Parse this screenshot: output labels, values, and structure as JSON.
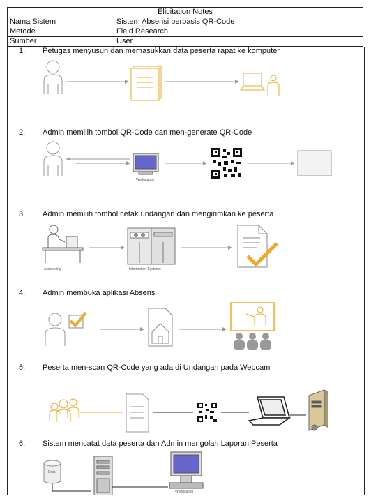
{
  "header": {
    "title": "Elicitation Notes",
    "rows": [
      {
        "key": "Nama Sistem",
        "value": "Sistem Absensi berbasis QR-Code"
      },
      {
        "key": "Metode",
        "value": "Field Research"
      },
      {
        "key": "Sumber",
        "value": "User"
      }
    ]
  },
  "steps": [
    {
      "number": "1.",
      "text": "Petugas menyusun dan memasukkan data peserta rapat ke komputer"
    },
    {
      "number": "2.",
      "text": "Admin memilih tombol QR-Code dan men-generate QR-Code"
    },
    {
      "number": "3.",
      "text": "Admin memilih tombol cetak undangan dan mengirimkan ke peserta"
    },
    {
      "number": "4.",
      "text": "Admin membuka aplikasi Absensi"
    },
    {
      "number": "5.",
      "text": "Peserta men-scan QR-Code yang ada di Undangan pada Webcam"
    },
    {
      "number": "6.",
      "text": "Sistem mencatat data peserta dan Admin mengolah Laporan Peserta"
    }
  ],
  "diagram_labels": {
    "workstation": "Workstation",
    "accounting": "Accounting",
    "information_systems": "Information Systems",
    "data": "Data"
  },
  "colors": {
    "orange": "#f5a623",
    "grey": "#9a9a9a",
    "screen": "#6666cc"
  }
}
